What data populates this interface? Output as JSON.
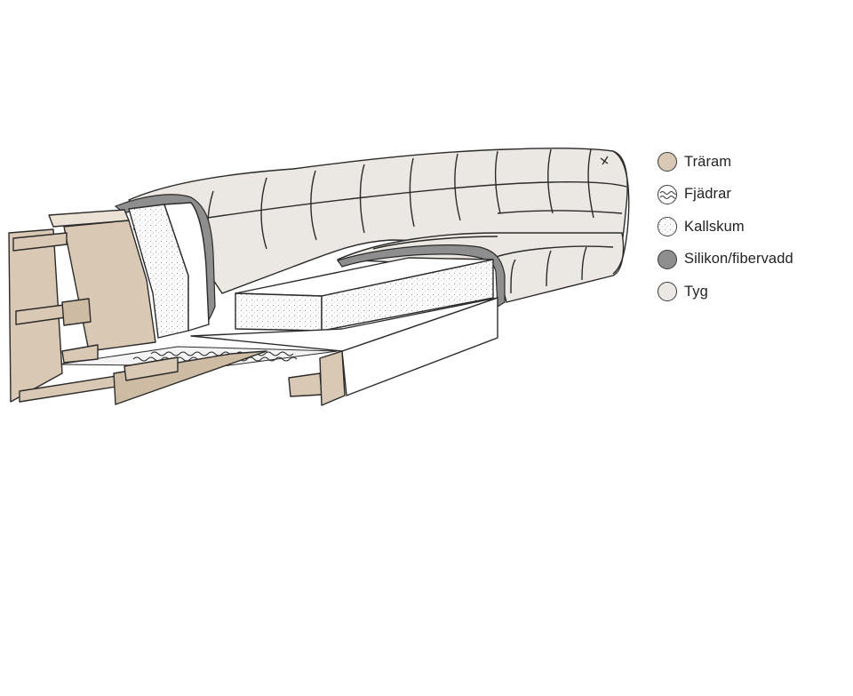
{
  "legend": [
    {
      "label": "Träram",
      "color": "#d9c9b4",
      "icon": "wood-frame-swatch"
    },
    {
      "label": "Fjädrar",
      "color": "#ffffff",
      "icon": "springs-swatch"
    },
    {
      "label": "Kallskum",
      "color": "#ffffff",
      "icon": "cold-foam-swatch"
    },
    {
      "label": "Silikon/fibervadd",
      "color": "#8e8e8e",
      "icon": "silicone-fiber-swatch"
    },
    {
      "label": "Tyg",
      "color": "#ebe7e2",
      "icon": "fabric-swatch"
    }
  ],
  "colors": {
    "outline": "#2b2b2b",
    "fabric": "#ebe7e2",
    "wood": "#d9c9b4",
    "wood_dark": "#cdbba3",
    "fiber": "#8e8e8e",
    "foam": "#ffffff"
  }
}
